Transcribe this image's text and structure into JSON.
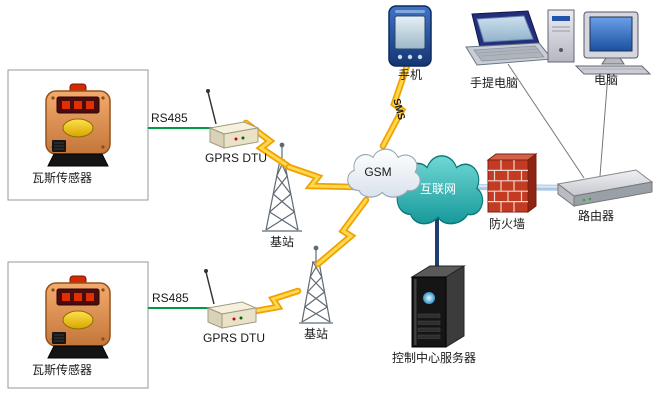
{
  "diagram": {
    "nodes": {
      "sensor_top": {
        "label": "瓦斯传感器"
      },
      "sensor_bottom": {
        "label": "瓦斯传感器"
      },
      "dtu_top": {
        "label": "GPRS DTU"
      },
      "dtu_bottom": {
        "label": "GPRS DTU"
      },
      "base_station_top": {
        "label": "基站"
      },
      "base_station_bottom": {
        "label": "基站"
      },
      "gsm_cloud": {
        "label": "GSM"
      },
      "internet_cloud": {
        "label": "互联网"
      },
      "phone": {
        "label": "手机"
      },
      "laptop": {
        "label": "手提电脑"
      },
      "desktop": {
        "label": "电脑"
      },
      "firewall": {
        "label": "防火墙"
      },
      "router": {
        "label": "路由器"
      },
      "server": {
        "label": "控制中心服务器"
      }
    },
    "links": {
      "rs485_top": {
        "label": "RS485"
      },
      "rs485_bottom": {
        "label": "RS485"
      },
      "sms": {
        "label": "SMS"
      }
    },
    "connections": [
      {
        "from": "sensor_top",
        "to": "dtu_top",
        "type": "RS485"
      },
      {
        "from": "sensor_bottom",
        "to": "dtu_bottom",
        "type": "RS485"
      },
      {
        "from": "dtu_top",
        "to": "base_station_top",
        "type": "wireless"
      },
      {
        "from": "base_station_top",
        "to": "gsm_cloud",
        "type": "wireless"
      },
      {
        "from": "gsm_cloud",
        "to": "base_station_bottom",
        "type": "wireless"
      },
      {
        "from": "base_station_bottom",
        "to": "dtu_bottom",
        "type": "wireless"
      },
      {
        "from": "gsm_cloud",
        "to": "phone",
        "type": "SMS"
      },
      {
        "from": "internet_cloud",
        "to": "firewall",
        "type": "network"
      },
      {
        "from": "firewall",
        "to": "router",
        "type": "network"
      },
      {
        "from": "router",
        "to": "laptop",
        "type": "lan"
      },
      {
        "from": "router",
        "to": "desktop",
        "type": "lan"
      },
      {
        "from": "internet_cloud",
        "to": "server",
        "type": "network"
      }
    ],
    "colors": {
      "rs485_line": "#009944",
      "lightning": "#ffd84d",
      "lightning_edge": "#f0a202",
      "internet_cloud_fill": "#2fb5b5",
      "pipe": "#a9c8e4",
      "server_link": "#1f3d6e",
      "firewall_brick": "#c23b22"
    }
  }
}
